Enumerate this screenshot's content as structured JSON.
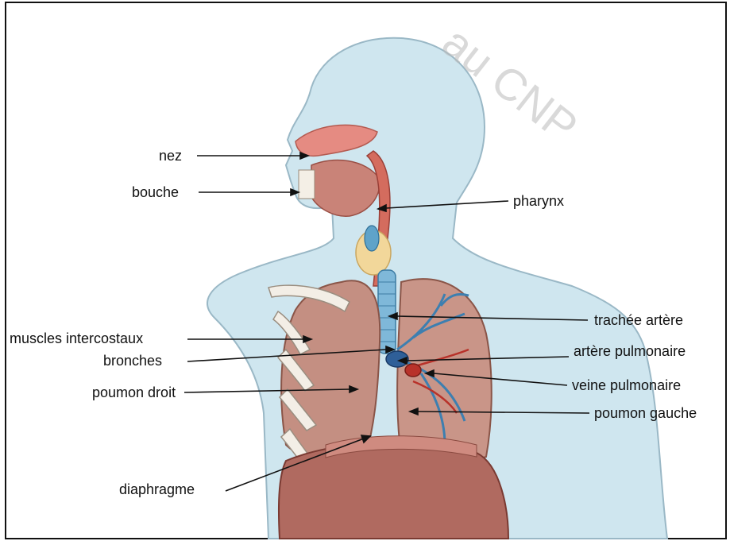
{
  "watermark": "au CNP",
  "labels": {
    "nez": "nez",
    "bouche": "bouche",
    "pharynx": "pharynx",
    "trachee": "trachée artère",
    "muscles": "muscles intercostaux",
    "bronches": "bronches",
    "artere": "artère pulmonaire",
    "veine": "veine pulmonaire",
    "poumon_droit": "poumon droit",
    "poumon_gauche": "poumon gauche",
    "diaphragme": "diaphragme"
  }
}
